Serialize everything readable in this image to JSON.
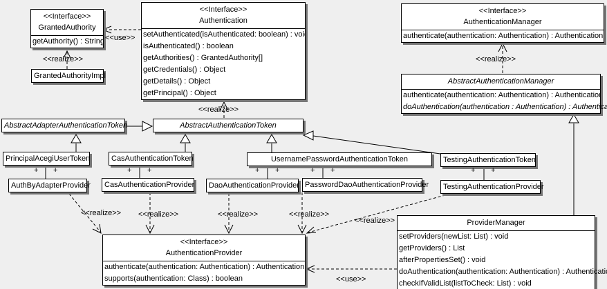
{
  "classes": {
    "granted_authority": {
      "stereotype": "<<Interface>>",
      "name": "GrantedAuthority",
      "methods": [
        "getAuthority() : String"
      ]
    },
    "granted_authority_impl": {
      "name": "GrantedAuthorityImpl"
    },
    "authentication": {
      "stereotype": "<<Interface>>",
      "name": "Authentication",
      "methods": [
        "setAuthenticated(isAuthenticated: boolean) : void",
        "isAuthenticated() : boolean",
        "getAuthorities() : GrantedAuthority[]",
        "getCredentials() : Object",
        "getDetails() : Object",
        "getPrincipal() : Object"
      ]
    },
    "authentication_manager": {
      "stereotype": "<<Interface>>",
      "name": "AuthenticationManager",
      "methods": [
        "authenticate(authentication: Authentication) : Authentication"
      ]
    },
    "abstract_authentication_manager": {
      "name": "AbstractAuthenticationManager",
      "methods": [
        "authenticate(authentication: Authentication) : Authentication",
        "doAuthentication(authentication : Authentication) : Authentication"
      ]
    },
    "abstract_adapter_authentication_token": {
      "name": "AbstractAdapterAuthenticationToken"
    },
    "abstract_authentication_token": {
      "name": "AbstractAuthenticationToken"
    },
    "principal_acegi_user_token": {
      "name": "PrincipalAcegiUserToken"
    },
    "cas_authentication_token": {
      "name": "CasAuthenticationToken"
    },
    "username_password_authentication_token": {
      "name": "UsernamePasswordAuthenticationToken"
    },
    "testing_authentication_token": {
      "name": "TestingAuthenticationToken"
    },
    "auth_by_adapter_provider": {
      "name": "AuthByAdapterProvider"
    },
    "cas_authentication_provider": {
      "name": "CasAuthenticationProvider"
    },
    "dao_authentication_provider": {
      "name": "DaoAuthenticationProvider"
    },
    "password_dao_authentication_provider": {
      "name": "PasswordDaoAuthenticationProvider"
    },
    "testing_authentication_provider": {
      "name": "TestingAuthenticationProvider"
    },
    "authentication_provider": {
      "stereotype": "<<Interface>>",
      "name": "AuthenticationProvider",
      "methods": [
        "authenticate(authentication: Authentication) : Authentication",
        "supports(authentication: Class) : boolean"
      ]
    },
    "provider_manager": {
      "name": "ProviderManager",
      "methods": [
        "setProviders(newList: List) : void",
        "getProviders() : List",
        "afterPropertiesSet() : void",
        "doAuthentication(authentication: Authentication) : Authentication",
        "checkIfValidList(listToCheck: List) : void"
      ]
    }
  },
  "edge_labels": {
    "use": "<<use>>",
    "realize": "<<realize>>",
    "plus": "+"
  },
  "colors": {
    "background": "#efefef",
    "box_fill": "#ffffff",
    "line": "#000000",
    "shadow": "#767676"
  }
}
